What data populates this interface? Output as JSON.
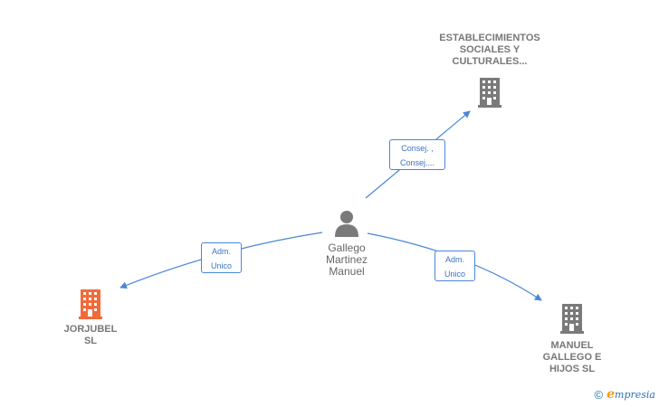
{
  "colors": {
    "edge": "#4a86d8",
    "building_gray": "#7a7a7a",
    "building_highlight": "#f26a3a",
    "person": "#7a7a7a"
  },
  "nodes": {
    "center": {
      "label": "Gallego\nMartinez\nManuel",
      "icon": "person-icon"
    },
    "top": {
      "label": "ESTABLECIMIENTOS\nSOCIALES Y\nCULTURALES...",
      "icon": "building-icon"
    },
    "left": {
      "label": "JORJUBEL\nSL",
      "icon": "building-icon"
    },
    "right": {
      "label": "MANUEL\nGALLEGO E\nHIJOS  SL",
      "icon": "building-icon"
    }
  },
  "edges": {
    "top": {
      "label": "Consej. ,\nConsej...."
    },
    "left": {
      "label": "Adm.\nUnico"
    },
    "right": {
      "label": "Adm.\nUnico"
    }
  },
  "footer": {
    "copyright_symbol": "©",
    "brand_initial": "e",
    "brand_rest": "mpresia"
  }
}
